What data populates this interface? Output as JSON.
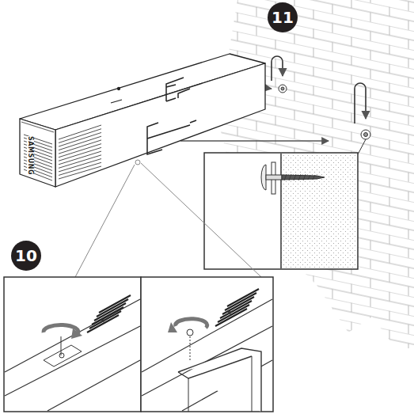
{
  "diagram": {
    "nodes": [
      {
        "text": [
          "11"
        ]
      },
      {
        "text": [
          "10"
        ]
      }
    ],
    "labels": [
      "SAMSUNG"
    ]
  }
}
